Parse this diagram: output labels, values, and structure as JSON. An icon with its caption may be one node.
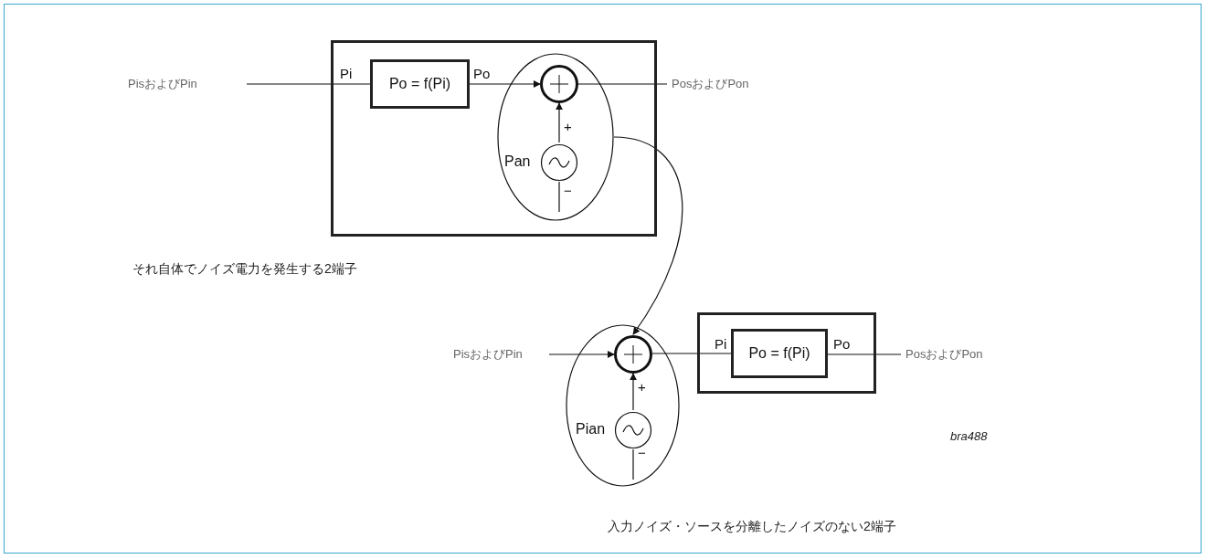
{
  "diagram": {
    "nodes": [
      {
        "text": [
          "PisおよびPin"
        ]
      },
      {
        "text": [],
        "shape": "box"
      },
      {
        "text": [
          "Po = f(Pi)"
        ],
        "in": 1
      },
      {
        "text": [],
        "shape": "ellipse",
        "in": 1
      },
      {
        "text": [],
        "shape": "circle",
        "in": 3
      },
      {
        "text": [],
        "shape": "circle",
        "in": 3,
        "beside": [
          "Pan"
        ]
      },
      {
        "text": [
          "PosおよびPon"
        ]
      },
      {
        "text": [
          "PisおよびPin"
        ]
      },
      {
        "text": [],
        "shape": "ellipse"
      },
      {
        "text": [],
        "shape": "circle",
        "in": 8
      },
      {
        "text": [],
        "shape": "circle",
        "in": 8,
        "beside": [
          "Pian"
        ]
      },
      {
        "text": [],
        "shape": "box"
      },
      {
        "text": [
          "Po = f(Pi)"
        ],
        "in": 11
      },
      {
        "text": [
          "PosおよびPon"
        ]
      }
    ],
    "edges": [
      {
        "from": 0,
        "to": 2,
        "arrow": "none",
        "label": "Pi"
      },
      {
        "from": 2,
        "to": 4,
        "arrow": "to",
        "label": "Po"
      },
      {
        "from": 4,
        "to": 6,
        "arrow": "none"
      },
      {
        "from": 5,
        "to": 4,
        "arrow": "to",
        "label": "+"
      },
      {
        "from": 5,
        "to": null,
        "arrow": "none",
        "label": "−"
      },
      {
        "from": 3,
        "to": 9,
        "arrow": "to"
      },
      {
        "from": 7,
        "to": 9,
        "arrow": "to"
      },
      {
        "from": 10,
        "to": 9,
        "arrow": "to",
        "label": "+"
      },
      {
        "from": 10,
        "to": null,
        "arrow": "none",
        "label": "−"
      },
      {
        "from": 9,
        "to": 12,
        "arrow": "none",
        "label": "Pi"
      },
      {
        "from": 12,
        "to": 13,
        "arrow": "none",
        "label": "Po"
      }
    ],
    "labels": [
      "それ自体でノイズ電力を発生する2端子",
      "bra488",
      "入力ノイズ・ソースを分離したノイズのない2端子"
    ]
  }
}
